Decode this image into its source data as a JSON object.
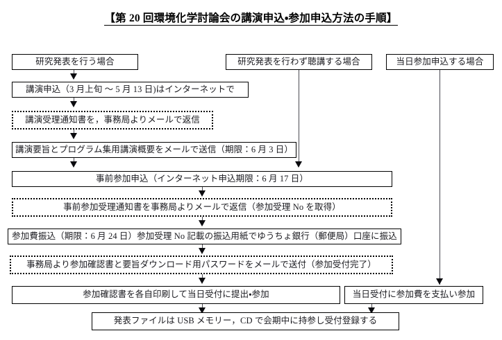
{
  "document": {
    "title": "【第 20 回環境化学討論会の講演申込・参加申込方法の手順】"
  },
  "diagram": {
    "type": "flowchart",
    "orientation": "top-to-bottom",
    "columns": [
      {
        "id": "presenter",
        "header": "研究発表を行う場合"
      },
      {
        "id": "audience",
        "header": "研究発表を行わず聴講する場合"
      },
      {
        "id": "walkin",
        "header": "当日参加申込する場合"
      }
    ],
    "nodes": [
      {
        "id": "n1",
        "label": "研究発表を行う場合",
        "style": "solid",
        "column": "presenter"
      },
      {
        "id": "n2",
        "label": "研究発表を行わず聴講する場合",
        "style": "solid",
        "column": "audience"
      },
      {
        "id": "n3",
        "label": "当日参加申込する場合",
        "style": "solid",
        "column": "walkin"
      },
      {
        "id": "n4",
        "label": "講演申込（3 月上旬 ～ 5 月 13 日)はインターネットで",
        "style": "solid",
        "column": "presenter"
      },
      {
        "id": "n5",
        "label": "講演受理通知書を，事務局よりメールで返信",
        "style": "dotted",
        "column": "presenter"
      },
      {
        "id": "n6",
        "label": "講演要旨とプログラム集用講演概要をメールで送信（期限：6 月 3 日）",
        "style": "solid",
        "column": "presenter"
      },
      {
        "id": "n7",
        "label": "事前参加申込（インターネット申込期限：6 月 17 日）",
        "style": "solid",
        "column": "merged"
      },
      {
        "id": "n8",
        "label": "事前参加受理通知書を事務局よりメールで返信（参加受理 No を取得）",
        "style": "dotted",
        "column": "merged"
      },
      {
        "id": "n9",
        "label": "参加費振込（期限：6 月 24 日）参加受理 No 記載の振込用紙でゆうちょ銀行（郵便局）口座に振込",
        "style": "solid",
        "column": "merged"
      },
      {
        "id": "n10",
        "label": "事務局より参加確認書と要旨ダウンロード用パスワードをメールで送付（参加受付完了）",
        "style": "dotted",
        "column": "merged"
      },
      {
        "id": "n11",
        "label": "参加確認書を各自印刷して当日受付に提出・参加",
        "style": "solid",
        "column": "merged"
      },
      {
        "id": "n12",
        "label": "当日受付に参加費を支払い参加",
        "style": "solid",
        "column": "walkin"
      },
      {
        "id": "n13",
        "label": "発表ファイルは USB メモリー，CD で会期中に持参し受付登録する",
        "style": "solid",
        "column": "merged"
      }
    ],
    "edges": [
      {
        "from": "n1",
        "to": "n4",
        "arrow": true
      },
      {
        "from": "n4",
        "to": "n5",
        "arrow": true
      },
      {
        "from": "n5",
        "to": "n6",
        "arrow": true
      },
      {
        "from": "n6",
        "to": "n7",
        "arrow": true
      },
      {
        "from": "n2",
        "to": "n7",
        "arrow": true
      },
      {
        "from": "n7",
        "to": "n8",
        "arrow": true
      },
      {
        "from": "n8",
        "to": "n9",
        "arrow": true
      },
      {
        "from": "n9",
        "to": "n10",
        "arrow": true
      },
      {
        "from": "n10",
        "to": "n11",
        "arrow": true
      },
      {
        "from": "n3",
        "to": "n12",
        "arrow": true
      },
      {
        "from": "n11",
        "to": "n13",
        "arrow": true
      },
      {
        "from": "n12",
        "to": "n13",
        "arrow": true
      }
    ]
  },
  "colors": {
    "border": "#000000",
    "connector": "#4a4a52",
    "text": "#1b1b20",
    "background": "#ffffff"
  }
}
